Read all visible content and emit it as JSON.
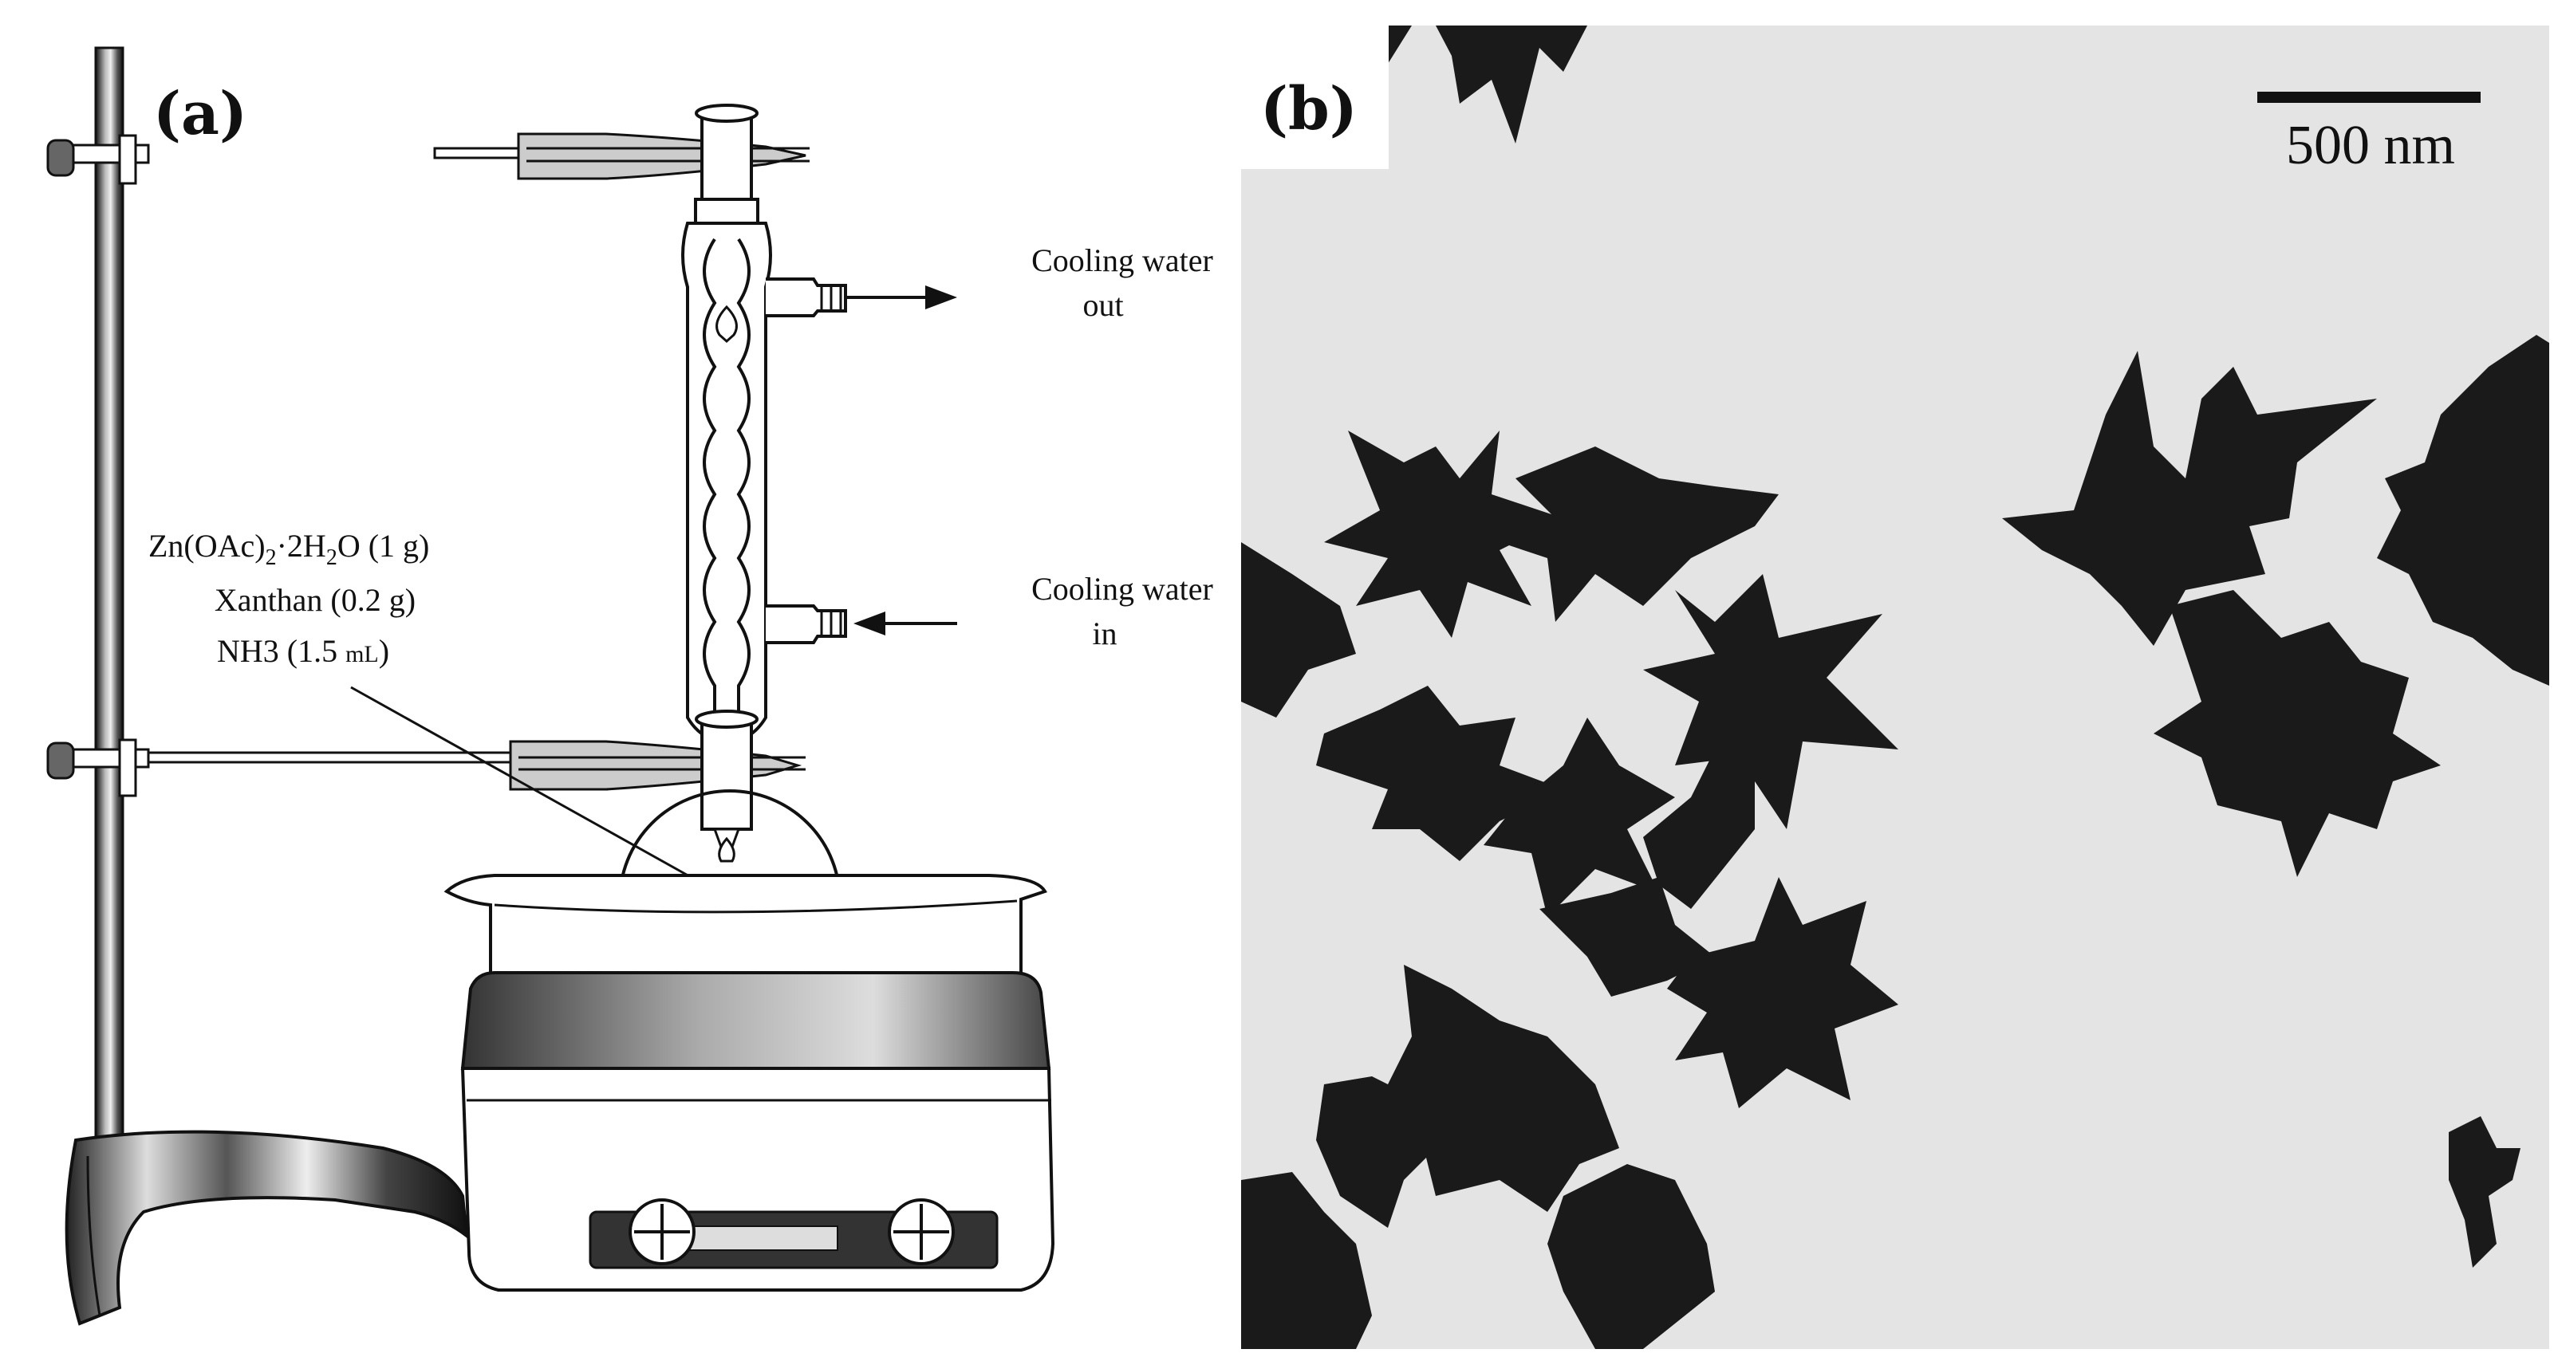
{
  "panel_a": {
    "letter": "(a)",
    "cooling_out": [
      "Cooling water",
      "out"
    ],
    "cooling_in": [
      "Cooling water",
      "in"
    ],
    "reagents": {
      "line1_prefix": "Zn(OAc)",
      "line1_sub1": "2",
      "line1_mid": "·2H",
      "line1_sub2": "2",
      "line1_suffix": "O (1 g)",
      "line2": "Xanthan (0.2 g)",
      "line3_prefix": "NH3 (1.5 ",
      "line3_unit": "mL",
      "line3_suffix": ")"
    }
  },
  "panel_b": {
    "letter": "(b)",
    "scale_bar": "500 nm"
  }
}
